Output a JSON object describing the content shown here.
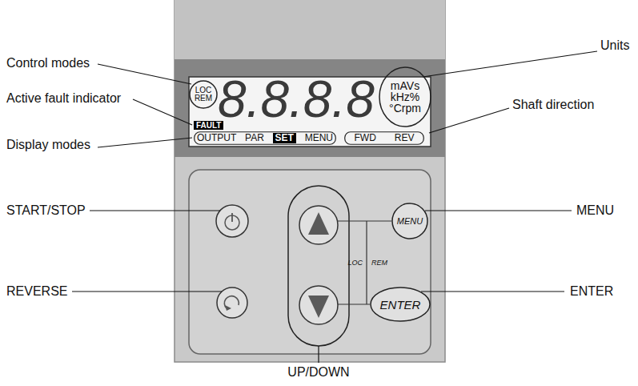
{
  "diagram": {
    "nodes": [
      {
        "text": [
          "LOC",
          "REM"
        ]
      },
      {
        "text": [
          "mAVs",
          "kHz%",
          "°Crpm"
        ]
      },
      {
        "text": [
          "OUTPUT",
          "PAR",
          "SET",
          "MENU"
        ]
      },
      {
        "text": [
          "FWD",
          "REV"
        ]
      },
      {
        "text": [
          "MENU"
        ]
      },
      {
        "text": [
          "ENTER"
        ]
      }
    ],
    "labels": [
      "Control modes",
      "Active fault indicator",
      "Display modes",
      "START/STOP",
      "REVERSE",
      "UP/DOWN",
      "Units",
      "Shaft direction",
      "MENU",
      "ENTER",
      "8.8.8.8",
      "FAULT",
      "LOC",
      "REM"
    ]
  }
}
